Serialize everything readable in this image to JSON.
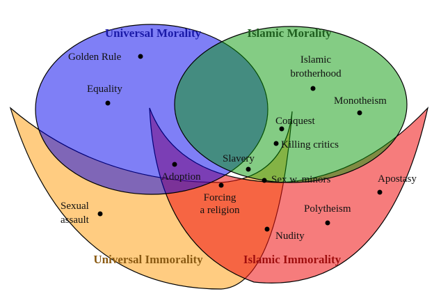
{
  "regions": {
    "universal_morality": {
      "title": "Universal Morality",
      "color": "#0000ee",
      "title_color": "#1a1aa8"
    },
    "islamic_morality": {
      "title": "Islamic Morality",
      "color": "#0a9a0a",
      "title_color": "#1f5f1f"
    },
    "universal_immorality": {
      "title": "Universal Immorality",
      "color": "#ffa21a",
      "title_color": "#8a5a12"
    },
    "islamic_immorality": {
      "title": "Islamic Immorality",
      "color": "#ee1111",
      "title_color": "#a00f0f"
    }
  },
  "items": [
    {
      "id": "golden-rule",
      "lines": [
        "Golden Rule"
      ]
    },
    {
      "id": "equality",
      "lines": [
        "Equality"
      ]
    },
    {
      "id": "islamic-brotherhood",
      "lines": [
        "Islamic",
        "brotherhood"
      ]
    },
    {
      "id": "monotheism",
      "lines": [
        "Monotheism"
      ]
    },
    {
      "id": "conquest",
      "lines": [
        "Conquest"
      ]
    },
    {
      "id": "killing-critics",
      "lines": [
        "Killing critics"
      ]
    },
    {
      "id": "slavery",
      "lines": [
        "Slavery"
      ]
    },
    {
      "id": "adoption",
      "lines": [
        "Adoption"
      ]
    },
    {
      "id": "sex-w-minors",
      "lines": [
        "Sex w. minors"
      ]
    },
    {
      "id": "apostasy",
      "lines": [
        "Apostasy"
      ]
    },
    {
      "id": "forcing-a-religion",
      "lines": [
        "Forcing",
        "a religion"
      ]
    },
    {
      "id": "sexual-assault",
      "lines": [
        "Sexual",
        "assault"
      ]
    },
    {
      "id": "polytheism",
      "lines": [
        "Polytheism"
      ]
    },
    {
      "id": "nudity",
      "lines": [
        "Nudity"
      ]
    }
  ]
}
